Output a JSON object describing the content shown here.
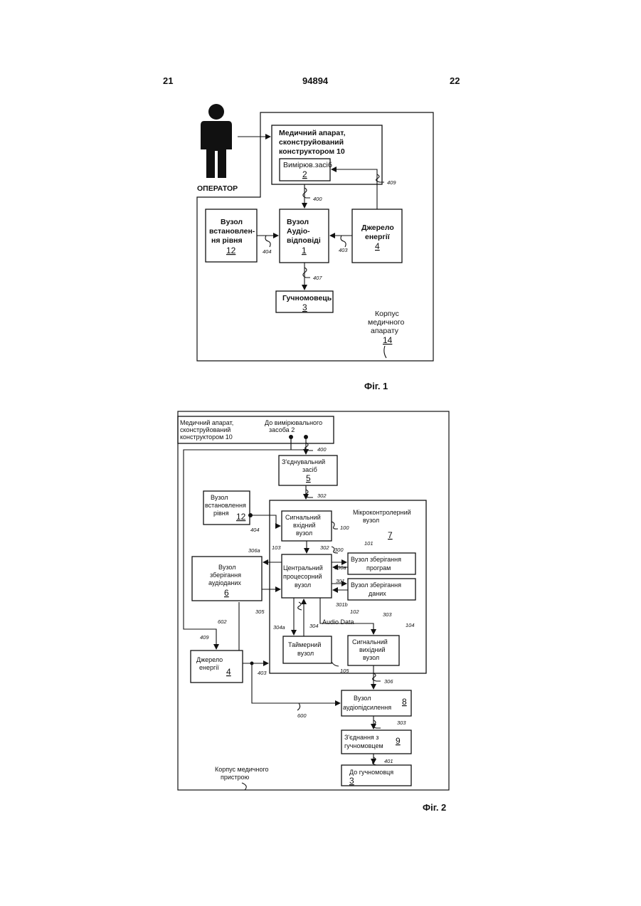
{
  "header": {
    "left": "21",
    "center": "94894",
    "right": "22"
  },
  "fig1": {
    "operator": "ОПЕРАТОР",
    "device": {
      "l1": "Медичний апарат,",
      "l2": "сконструйований",
      "l3": "конструктором 10"
    },
    "meas": {
      "label": "Вимірюв.засіб",
      "num": "2"
    },
    "audio": {
      "l1": "Вузол",
      "l2": "Аудіо-",
      "l3": "відповіді",
      "num": "1"
    },
    "level": {
      "l1": "Вузол",
      "l2": "встановлен-",
      "l3": "ня рівня",
      "num": "12"
    },
    "power": {
      "l1": "Джерело",
      "l2": "енергії",
      "num": "4"
    },
    "speaker": {
      "label": "Гучномовець",
      "num": "3"
    },
    "housing": {
      "l1": "Корпус",
      "l2": "медичного",
      "l3": "апарату",
      "num": "14"
    },
    "refs": {
      "r400": "400",
      "r409": "409",
      "r404": "404",
      "r403": "403",
      "r407": "407"
    },
    "caption": "Фіг. 1"
  },
  "fig2": {
    "device": {
      "l1": "Медичний апарат,",
      "l2": "сконструйований",
      "l3": "конструктором 10"
    },
    "tomeas": {
      "l1": "До вимірювального",
      "l2": "засоба 2"
    },
    "connector": {
      "l1": "З'єднувальний",
      "l2": "засіб",
      "num": "5"
    },
    "level": {
      "l1": "Вузол",
      "l2": "встановлення",
      "l3": "рівня",
      "num": "12"
    },
    "mcu": {
      "l1": "Мікроконтролерний",
      "l2": "вузол",
      "num": "7"
    },
    "sigin": {
      "l1": "Сигнальний",
      "l2": "вхідний",
      "l3": "вузол"
    },
    "cpu": {
      "l1": "Центральний",
      "l2": "процесорний",
      "l3": "вузол"
    },
    "progmem": {
      "l1": "Вузол зберігання",
      "l2": "програм"
    },
    "datamem": {
      "l1": "Вузол зберігання",
      "l2": "даних"
    },
    "audiomem": {
      "l1": "Вузол",
      "l2": "зберігання",
      "l3": "аудіоданих",
      "num": "6"
    },
    "timer": {
      "l1": "Таймерний",
      "l2": "вузол"
    },
    "sigout": {
      "l1": "Сигнальний",
      "l2": "вихідний",
      "l3": "вузол"
    },
    "power": {
      "l1": "Джерело",
      "l2": "енергії",
      "num": "4"
    },
    "amp": {
      "l1": "Вузол",
      "l2": "аудіопідсилення",
      "num": "8"
    },
    "spkconn": {
      "l1": "З'єднання з",
      "l2": "гучномовцем",
      "num": "9"
    },
    "tospk": {
      "label": "До гучномовця",
      "num": "3"
    },
    "housing": {
      "l1": "Корпус медичного",
      "l2": "пристрою"
    },
    "audio_data": "Audio Data",
    "refs": {
      "r400": "400",
      "r302": "302",
      "r404": "404",
      "r100": "100",
      "r302b": "302",
      "r103": "103",
      "r306a": "306a",
      "r300": "300",
      "r101": "101",
      "r300a": "300a",
      "r301": "301",
      "r301b": "301b",
      "r102": "102",
      "r305": "305",
      "r304a": "304a",
      "r304": "304",
      "r303": "303",
      "r104": "104",
      "r409": "409",
      "r602": "602",
      "r403": "403",
      "r105": "105",
      "r306": "306",
      "r600": "600",
      "r303b": "303",
      "r401": "401"
    },
    "caption": "Фіг. 2"
  }
}
